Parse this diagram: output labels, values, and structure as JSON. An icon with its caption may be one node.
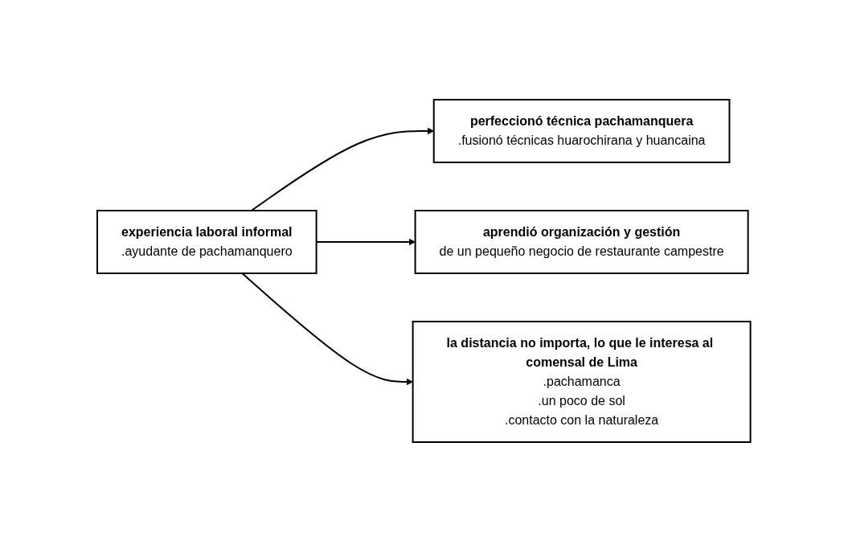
{
  "diagram": {
    "nodes": [
      {
        "text": [
          "experiencia laboral informal",
          ".ayudante de pachamanquero"
        ]
      },
      {
        "text": [
          "perfeccionó técnica pachamanquera",
          ".fusionó técnicas huarochirana y huancaina"
        ]
      },
      {
        "text": [
          "aprendió organización y gestión",
          "de un pequeño negocio de restaurante campestre"
        ]
      },
      {
        "text": [
          "la distancia no importa, lo que le interesa al comensal de Lima",
          ".pachamanca",
          ".un poco de sol",
          ".contacto con la naturaleza"
        ]
      }
    ],
    "edges": [
      {
        "from": 0,
        "to": 1,
        "arrow": "to"
      },
      {
        "from": 0,
        "to": 2,
        "arrow": "to"
      },
      {
        "from": 0,
        "to": 3,
        "arrow": "to"
      }
    ]
  }
}
